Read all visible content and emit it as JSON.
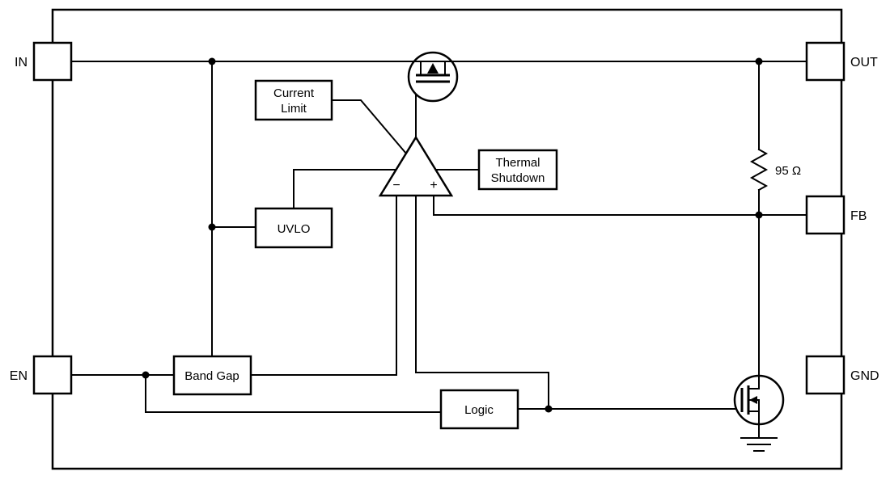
{
  "pins": [
    {
      "id": "in",
      "label": "IN"
    },
    {
      "id": "out",
      "label": "OUT"
    },
    {
      "id": "fb",
      "label": "FB"
    },
    {
      "id": "gnd",
      "label": "GND"
    },
    {
      "id": "en",
      "label": "EN"
    }
  ],
  "blocks": [
    {
      "id": "current-limit",
      "lines": [
        "Current",
        "Limit"
      ]
    },
    {
      "id": "thermal-shutdown",
      "lines": [
        "Thermal",
        "Shutdown"
      ]
    },
    {
      "id": "uvlo",
      "lines": [
        "UVLO"
      ]
    },
    {
      "id": "band-gap",
      "lines": [
        "Band Gap"
      ]
    },
    {
      "id": "logic",
      "lines": [
        "Logic"
      ]
    }
  ],
  "error_amp": {
    "minus": "−",
    "plus": "+"
  },
  "resistor": {
    "value": "95 Ω"
  },
  "colors": {
    "wire": "#000000",
    "background": "#ffffff"
  }
}
